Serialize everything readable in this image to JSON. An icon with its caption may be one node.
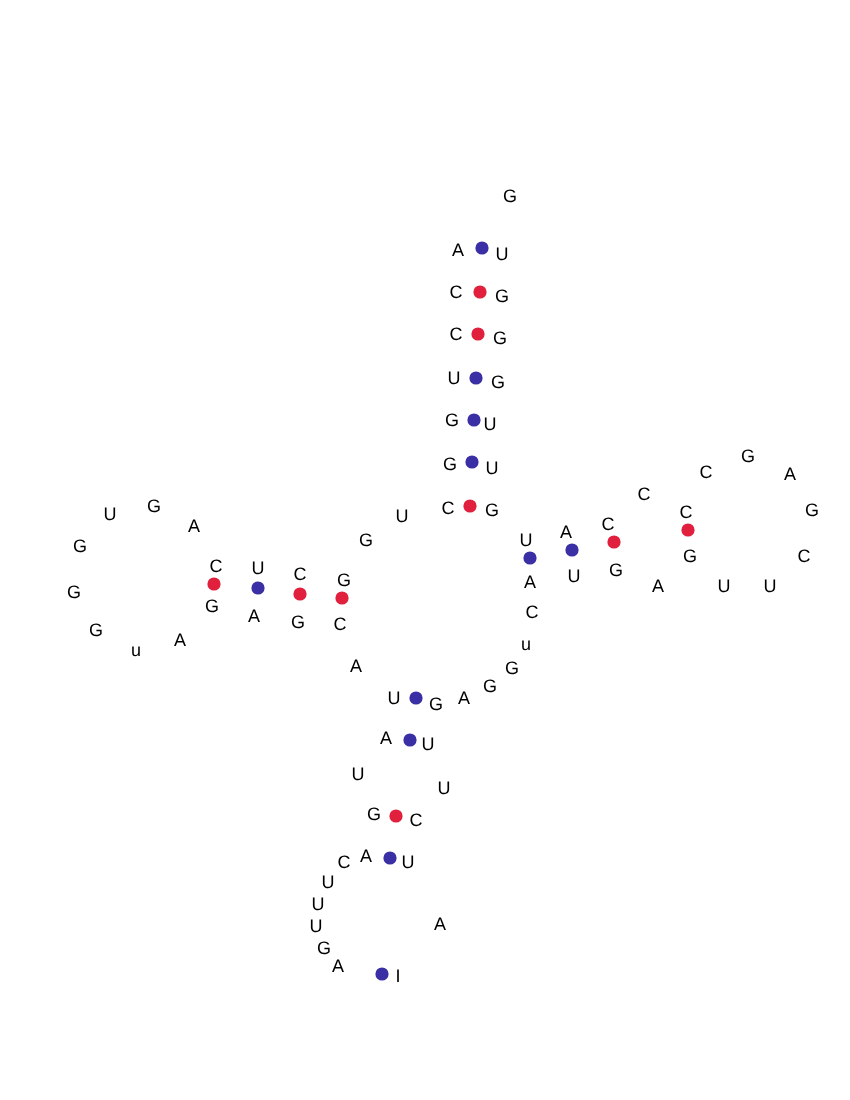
{
  "diagram": {
    "labels": [
      "G",
      "A",
      "U",
      "C",
      "G",
      "C",
      "G",
      "U",
      "G",
      "G",
      "U",
      "G",
      "U",
      "C",
      "G",
      "U",
      "G",
      "U",
      "G",
      "A",
      "G",
      "G",
      "G",
      "u",
      "A",
      "C",
      "G",
      "U",
      "A",
      "C",
      "G",
      "G",
      "C",
      "A",
      "U",
      "A",
      "A",
      "U",
      "C",
      "G",
      "C",
      "C",
      "G",
      "A",
      "G",
      "C",
      "U",
      "U",
      "A",
      "C",
      "G",
      "C",
      "u",
      "G",
      "G",
      "A",
      "G",
      "U",
      "A",
      "U",
      "U",
      "U",
      "G",
      "C",
      "A",
      "U",
      "C",
      "U",
      "U",
      "U",
      "G",
      "A",
      "A",
      "I"
    ]
  }
}
